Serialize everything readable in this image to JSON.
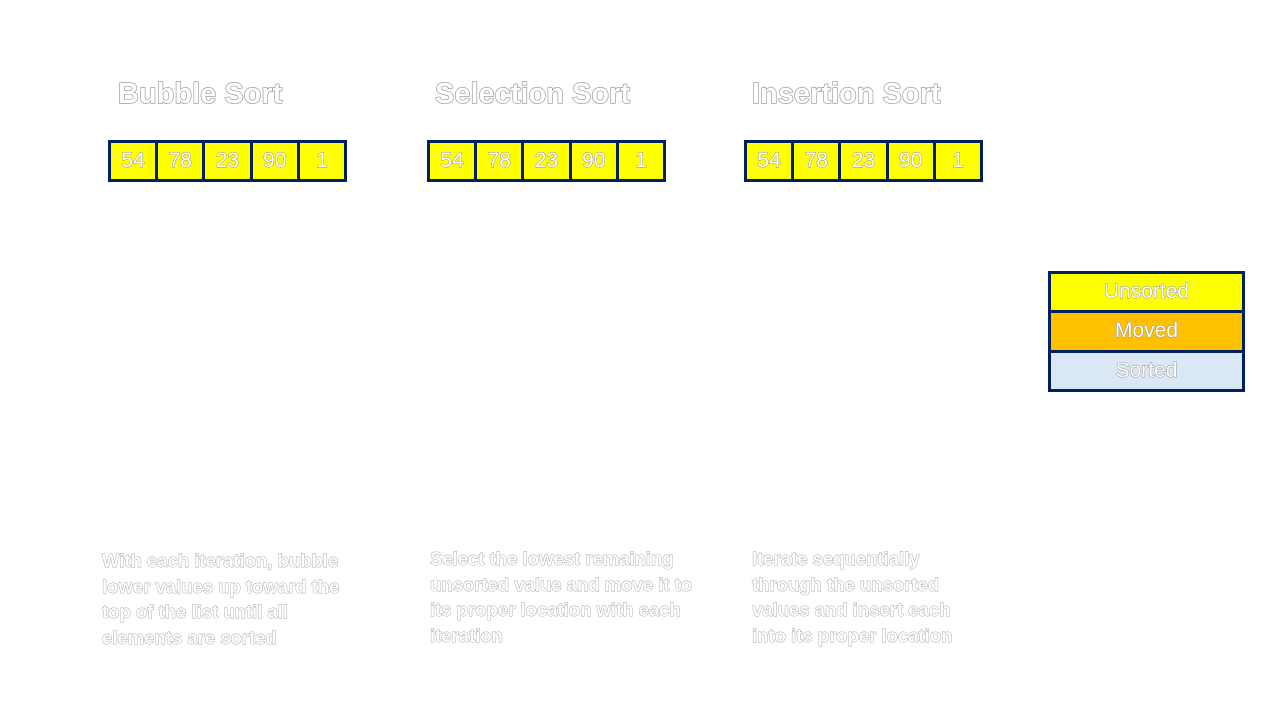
{
  "colors": {
    "unsorted": "#ffff00",
    "moved": "#ffc000",
    "sorted": "#dae8f6",
    "border": "#002060",
    "text_outline": "#8c8c8c",
    "text_fill": "#ffffff"
  },
  "sorts": [
    {
      "title": "Bubble Sort",
      "values": [
        "54",
        "78",
        "23",
        "90",
        "1"
      ],
      "description": "With each iteration, bubble lower values up toward the top of the list until all elements are sorted"
    },
    {
      "title": "Selection Sort",
      "values": [
        "54",
        "78",
        "23",
        "90",
        "1"
      ],
      "description": "Select the lowest remaining unsorted value and move it to its proper location with each iteration"
    },
    {
      "title": "Insertion Sort",
      "values": [
        "54",
        "78",
        "23",
        "90",
        "1"
      ],
      "description": "Iterate sequentially through the unsorted values and insert each into its proper location"
    }
  ],
  "legend": {
    "items": [
      {
        "label": "Unsorted",
        "color": "#ffff00"
      },
      {
        "label": "Moved",
        "color": "#ffc000"
      },
      {
        "label": "Sorted",
        "color": "#dae8f6"
      }
    ]
  }
}
